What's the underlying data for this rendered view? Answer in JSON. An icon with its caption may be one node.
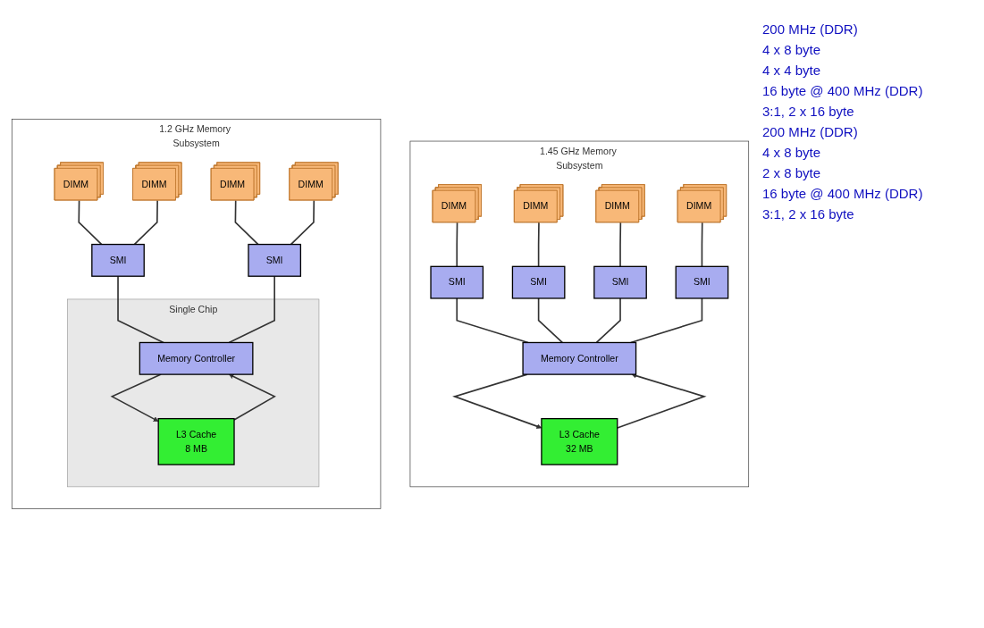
{
  "diagram": {
    "nodes": [
      {
        "text": [
          "1.45 GHz Memory Subsystem"
        ]
      },
      {
        "text": [
          "DIMM"
        ],
        "in": 0
      },
      {
        "text": [
          "DIMM"
        ],
        "in": 0
      },
      {
        "text": [
          "DIMM"
        ],
        "in": 0
      },
      {
        "text": [
          "DIMM"
        ],
        "in": 0
      },
      {
        "text": [
          "SMI"
        ],
        "in": 0
      },
      {
        "text": [
          "SMI"
        ],
        "in": 0
      },
      {
        "text": [
          "SMI"
        ],
        "in": 0
      },
      {
        "text": [
          "SMI"
        ],
        "in": 0
      },
      {
        "text": [
          "Memory Controller"
        ],
        "in": 0
      },
      {
        "text": [
          "L3 Cache",
          "32 MB"
        ],
        "in": 0
      },
      {
        "text": [
          "1.2 GHz Memory Subsystem"
        ]
      },
      {
        "text": [
          "DIMM"
        ],
        "in": 11
      },
      {
        "text": [
          "DIMM"
        ],
        "in": 11
      },
      {
        "text": [
          "DIMM"
        ],
        "in": 11
      },
      {
        "text": [
          "DIMM"
        ],
        "in": 11
      },
      {
        "text": [
          "SMI"
        ],
        "in": 11
      },
      {
        "text": [
          "SMI"
        ],
        "in": 11
      },
      {
        "text": [
          "Single Chip"
        ],
        "in": 11
      },
      {
        "text": [
          "Memory Controller"
        ],
        "in": 18
      },
      {
        "text": [
          "L3 Cache",
          "8 MB"
        ],
        "in": 18
      }
    ],
    "edges": [
      {
        "from": 1,
        "to": 5,
        "arrow": "none"
      },
      {
        "from": 2,
        "to": 6,
        "arrow": "none"
      },
      {
        "from": 3,
        "to": 7,
        "arrow": "none"
      },
      {
        "from": 4,
        "to": 8,
        "arrow": "none"
      },
      {
        "from": 5,
        "to": 9,
        "arrow": "none"
      },
      {
        "from": 6,
        "to": 9,
        "arrow": "none"
      },
      {
        "from": 7,
        "to": 9,
        "arrow": "none"
      },
      {
        "from": 8,
        "to": 9,
        "arrow": "none"
      },
      {
        "from": 10,
        "to": 9,
        "arrow": "to"
      },
      {
        "from": 9,
        "to": 10,
        "arrow": "to"
      },
      {
        "from": 12,
        "to": 16,
        "arrow": "none"
      },
      {
        "from": 13,
        "to": 16,
        "arrow": "none"
      },
      {
        "from": 14,
        "to": 17,
        "arrow": "none"
      },
      {
        "from": 15,
        "to": 17,
        "arrow": "none"
      },
      {
        "from": 16,
        "to": 19,
        "arrow": "none"
      },
      {
        "from": 17,
        "to": 19,
        "arrow": "none"
      },
      {
        "from": 20,
        "to": 19,
        "arrow": "to"
      },
      {
        "from": 19,
        "to": 20,
        "arrow": "to"
      }
    ],
    "labels": [
      "200 MHz (DDR)",
      "4 x 8 byte",
      "4 x 4 byte",
      "16 byte @ 400 MHz (DDR)",
      "3:1, 2 x 16 byte",
      "200 MHz (DDR)",
      "4 x 8 byte",
      "2 x 8 byte",
      "16 byte @ 400 MHz (DDR)",
      "3:1, 2 x 16 byte"
    ]
  }
}
